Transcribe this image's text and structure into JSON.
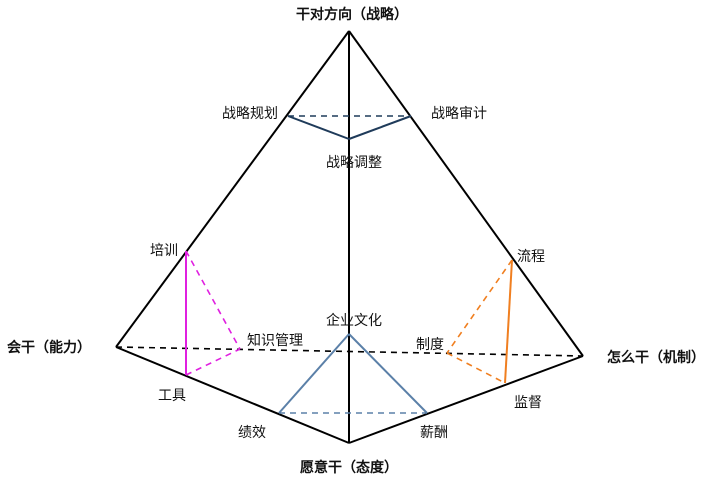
{
  "vertices": {
    "top": "干对方向（战略）",
    "left": "会干（能力）",
    "right": "怎么干（机制）",
    "bottom": "愿意干（态度）"
  },
  "strategy": {
    "planning": "战略规划",
    "audit": "战略审计",
    "adjust": "战略调整",
    "color": "#1f3b5a"
  },
  "capability": {
    "training": "培训",
    "knowledge": "知识管理",
    "tools": "工具",
    "color": "#e020e0"
  },
  "mechanism": {
    "process": "流程",
    "system": "制度",
    "supervision": "监督",
    "color": "#f07f20"
  },
  "attitude": {
    "culture": "企业文化",
    "performance": "绩效",
    "salary": "薪酬",
    "color": "#5b80a8"
  }
}
